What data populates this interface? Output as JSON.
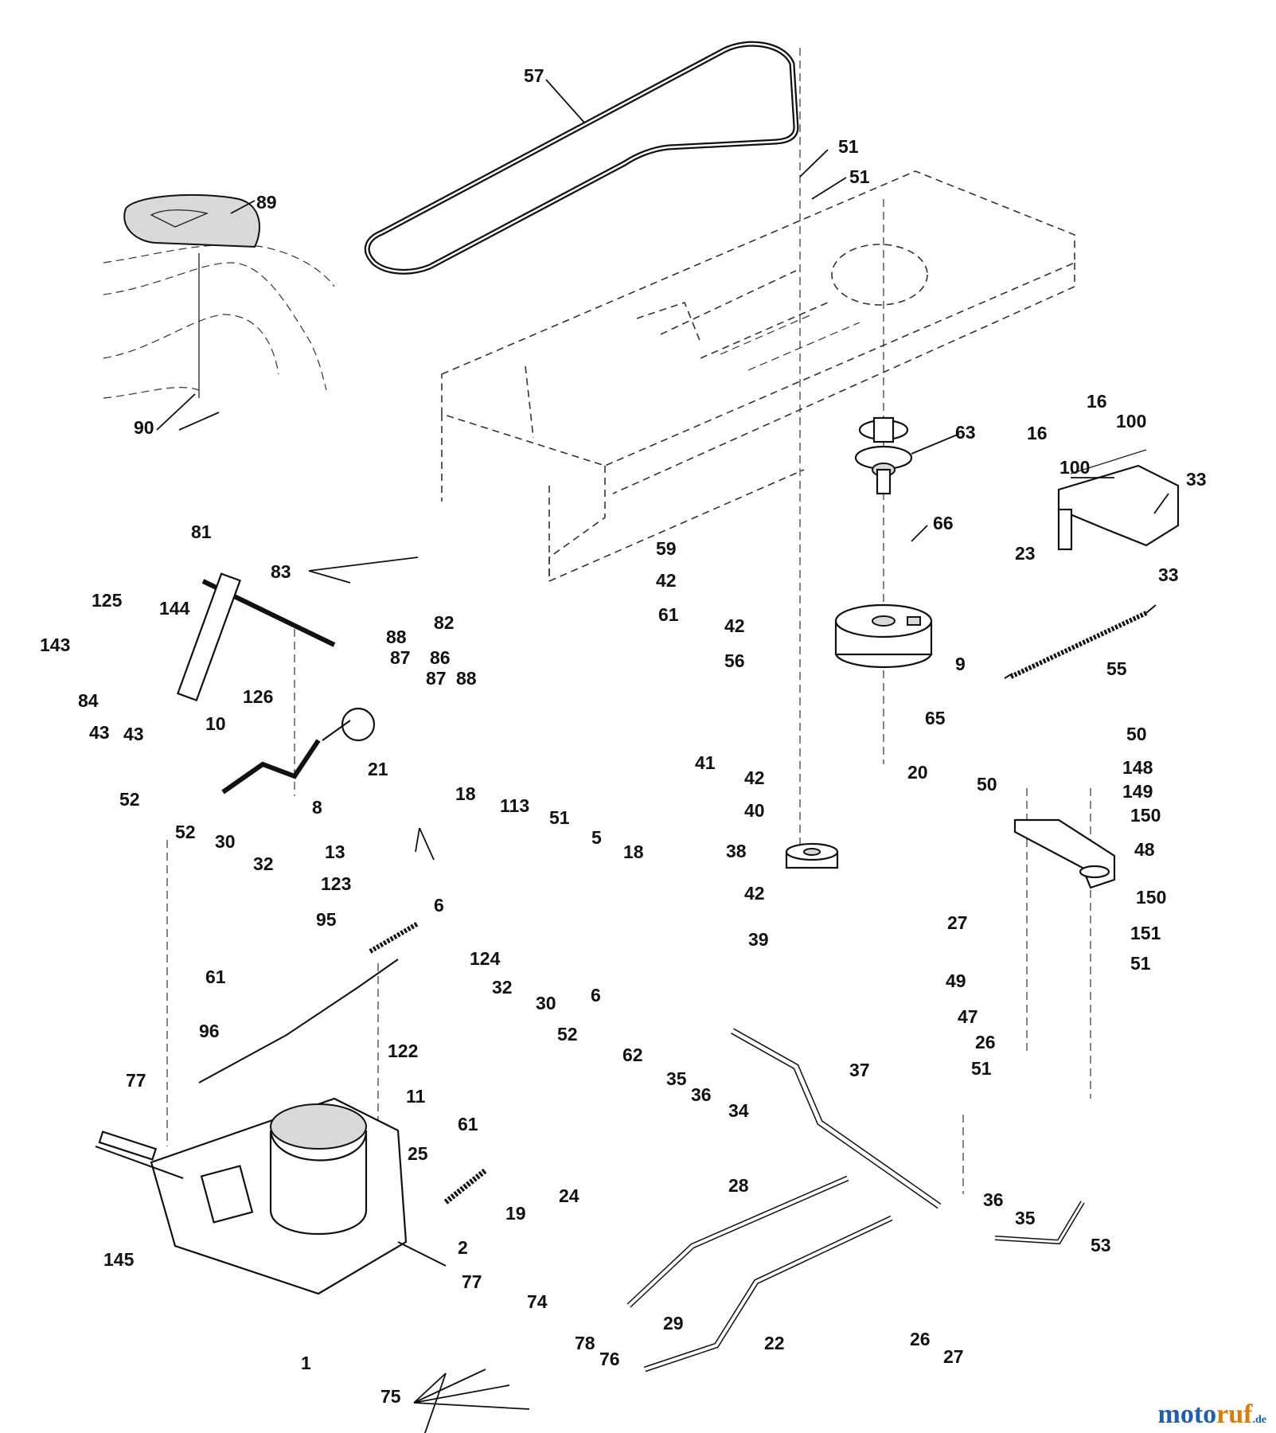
{
  "diagram": {
    "labels": [
      {
        "id": "l57",
        "text": "57"
      },
      {
        "id": "l89",
        "text": "89"
      },
      {
        "id": "l51a",
        "text": "51"
      },
      {
        "id": "l51b",
        "text": "51"
      },
      {
        "id": "l90",
        "text": "90"
      },
      {
        "id": "l63",
        "text": "63"
      },
      {
        "id": "l16a",
        "text": "16"
      },
      {
        "id": "l16b",
        "text": "16"
      },
      {
        "id": "l100a",
        "text": "100"
      },
      {
        "id": "l100b",
        "text": "100"
      },
      {
        "id": "l33a",
        "text": "33"
      },
      {
        "id": "l33b",
        "text": "33"
      },
      {
        "id": "l23",
        "text": "23"
      },
      {
        "id": "l66",
        "text": "66"
      },
      {
        "id": "l59",
        "text": "59"
      },
      {
        "id": "l42a",
        "text": "42"
      },
      {
        "id": "l61a",
        "text": "61"
      },
      {
        "id": "l42b",
        "text": "42"
      },
      {
        "id": "l56",
        "text": "56"
      },
      {
        "id": "l9",
        "text": "9"
      },
      {
        "id": "l55",
        "text": "55"
      },
      {
        "id": "l65",
        "text": "65"
      },
      {
        "id": "l81",
        "text": "81"
      },
      {
        "id": "l83",
        "text": "83"
      },
      {
        "id": "l82",
        "text": "82"
      },
      {
        "id": "l125",
        "text": "125"
      },
      {
        "id": "l144",
        "text": "144"
      },
      {
        "id": "l143",
        "text": "143"
      },
      {
        "id": "l88a",
        "text": "88"
      },
      {
        "id": "l87a",
        "text": "87"
      },
      {
        "id": "l86",
        "text": "86"
      },
      {
        "id": "l87b",
        "text": "87"
      },
      {
        "id": "l88b",
        "text": "88"
      },
      {
        "id": "l126",
        "text": "126"
      },
      {
        "id": "l84",
        "text": "84"
      },
      {
        "id": "l43a",
        "text": "43"
      },
      {
        "id": "l43b",
        "text": "43"
      },
      {
        "id": "l10",
        "text": "10"
      },
      {
        "id": "l21",
        "text": "21"
      },
      {
        "id": "l8",
        "text": "8"
      },
      {
        "id": "l41",
        "text": "41"
      },
      {
        "id": "l20",
        "text": "20"
      },
      {
        "id": "l42c",
        "text": "42"
      },
      {
        "id": "l40",
        "text": "40"
      },
      {
        "id": "l38",
        "text": "38"
      },
      {
        "id": "l42d",
        "text": "42"
      },
      {
        "id": "l39",
        "text": "39"
      },
      {
        "id": "l50a",
        "text": "50"
      },
      {
        "id": "l50b",
        "text": "50"
      },
      {
        "id": "l148",
        "text": "148"
      },
      {
        "id": "l149",
        "text": "149"
      },
      {
        "id": "l150a",
        "text": "150"
      },
      {
        "id": "l48",
        "text": "48"
      },
      {
        "id": "l27a",
        "text": "27"
      },
      {
        "id": "l150b",
        "text": "150"
      },
      {
        "id": "l151",
        "text": "151"
      },
      {
        "id": "l51c",
        "text": "51"
      },
      {
        "id": "l49",
        "text": "49"
      },
      {
        "id": "l47",
        "text": "47"
      },
      {
        "id": "l26a",
        "text": "26"
      },
      {
        "id": "l51d",
        "text": "51"
      },
      {
        "id": "l52a",
        "text": "52"
      },
      {
        "id": "l52b",
        "text": "52"
      },
      {
        "id": "l30a",
        "text": "30"
      },
      {
        "id": "l32a",
        "text": "32"
      },
      {
        "id": "l61b",
        "text": "61"
      },
      {
        "id": "l18a",
        "text": "18"
      },
      {
        "id": "l113",
        "text": "113"
      },
      {
        "id": "l51e",
        "text": "51"
      },
      {
        "id": "l5",
        "text": "5"
      },
      {
        "id": "l18b",
        "text": "18"
      },
      {
        "id": "l6a",
        "text": "6"
      },
      {
        "id": "l6b",
        "text": "6"
      },
      {
        "id": "l13",
        "text": "13"
      },
      {
        "id": "l123",
        "text": "123"
      },
      {
        "id": "l95",
        "text": "95"
      },
      {
        "id": "l124",
        "text": "124"
      },
      {
        "id": "l122",
        "text": "122"
      },
      {
        "id": "l96",
        "text": "96"
      },
      {
        "id": "l11",
        "text": "11"
      },
      {
        "id": "l32b",
        "text": "32"
      },
      {
        "id": "l30b",
        "text": "30"
      },
      {
        "id": "l52c",
        "text": "52"
      },
      {
        "id": "l61c",
        "text": "61"
      },
      {
        "id": "l62",
        "text": "62"
      },
      {
        "id": "l35a",
        "text": "35"
      },
      {
        "id": "l36a",
        "text": "36"
      },
      {
        "id": "l34",
        "text": "34"
      },
      {
        "id": "l37",
        "text": "37"
      },
      {
        "id": "l77a",
        "text": "77"
      },
      {
        "id": "l25",
        "text": "25"
      },
      {
        "id": "l19",
        "text": "19"
      },
      {
        "id": "l24",
        "text": "24"
      },
      {
        "id": "l28",
        "text": "28"
      },
      {
        "id": "l36b",
        "text": "36"
      },
      {
        "id": "l35b",
        "text": "35"
      },
      {
        "id": "l145",
        "text": "145"
      },
      {
        "id": "l2",
        "text": "2"
      },
      {
        "id": "l77b",
        "text": "77"
      },
      {
        "id": "l53",
        "text": "53"
      },
      {
        "id": "l74",
        "text": "74"
      },
      {
        "id": "l29",
        "text": "29"
      },
      {
        "id": "l78",
        "text": "78"
      },
      {
        "id": "l76",
        "text": "76"
      },
      {
        "id": "l22",
        "text": "22"
      },
      {
        "id": "l26b",
        "text": "26"
      },
      {
        "id": "l27b",
        "text": "27"
      },
      {
        "id": "l1",
        "text": "1"
      },
      {
        "id": "l75",
        "text": "75"
      }
    ]
  },
  "watermark": {
    "part1": "moto",
    "part2": "ruf",
    "part3": ".de",
    "color_primary": "#1e5fb0",
    "color_accent": "#e07a00"
  }
}
